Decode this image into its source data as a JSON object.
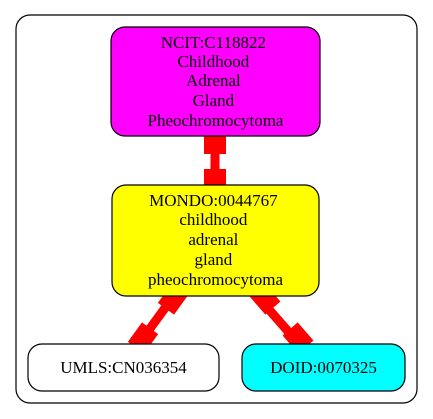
{
  "cluster": {
    "border_color": "#000000",
    "fill": "#ffffff"
  },
  "nodes": [
    {
      "id": "ncit",
      "lines": [
        "NCIT:C118822",
        "Childhood",
        "Adrenal",
        "Gland",
        "Pheochromocytoma"
      ],
      "fill": "#ff00ff"
    },
    {
      "id": "mondo",
      "lines": [
        "MONDO:0044767",
        "childhood",
        "adrenal",
        "gland",
        "pheochromocytoma"
      ],
      "fill": "#ffff00"
    },
    {
      "id": "umls",
      "lines": [
        "UMLS:CN036354"
      ],
      "fill": "#ffffff"
    },
    {
      "id": "doid",
      "lines": [
        "DOID:0070325"
      ],
      "fill": "#00ffff"
    }
  ],
  "edges": [
    {
      "from": "ncit",
      "to": "mondo",
      "color": "#ff0000"
    },
    {
      "from": "mondo",
      "to": "umls",
      "color": "#ff0000"
    },
    {
      "from": "mondo",
      "to": "doid",
      "color": "#ff0000"
    }
  ]
}
